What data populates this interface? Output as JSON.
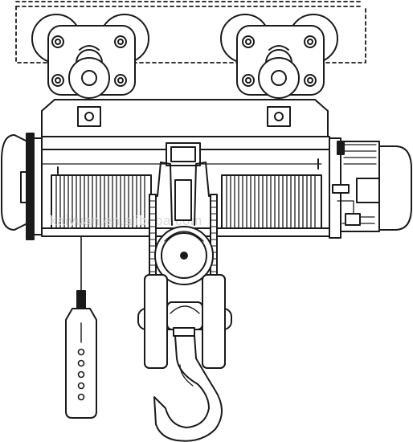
{
  "diagram": {
    "subject": "electric wire rope hoist with trolley",
    "watermark": "kaiyuan.en.alibaba.com",
    "line_color": "#1a1a1a",
    "fill_color": "#ffffff",
    "pendant_buttons": 5
  }
}
